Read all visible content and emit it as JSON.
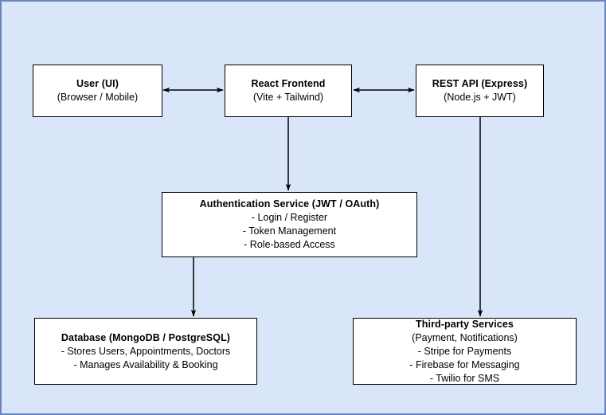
{
  "diagram": {
    "background_color": "#d9e5f8",
    "border_color": "#6b84c2",
    "node_fill": "#ffffff",
    "node_stroke": "#000000",
    "arrow_color": "#000000",
    "nodes": [
      {
        "id": "user",
        "title": "User (UI)",
        "sub": "(Browser / Mobile)"
      },
      {
        "id": "frontend",
        "title": "React Frontend",
        "sub": "(Vite + Tailwind)"
      },
      {
        "id": "api",
        "title": "REST API (Express)",
        "sub": "(Node.js + JWT)"
      },
      {
        "id": "auth",
        "title": "Authentication Service (JWT / OAuth)",
        "items": [
          "- Login / Register",
          "- Token Management",
          "- Role-based Access"
        ]
      },
      {
        "id": "database",
        "title": "Database (MongoDB / PostgreSQL)",
        "items": [
          "- Stores Users, Appointments, Doctors",
          "- Manages Availability & Booking"
        ]
      },
      {
        "id": "thirdparty",
        "title": "Third-party Services",
        "sub": "(Payment, Notifications)",
        "items": [
          "- Stripe for Payments",
          "- Firebase for Messaging",
          "- Twilio for SMS"
        ]
      }
    ],
    "edges": [
      {
        "id": "user-frontend",
        "from": "user",
        "to": "frontend",
        "direction": "bidirectional",
        "orientation": "horizontal"
      },
      {
        "id": "frontend-api",
        "from": "frontend",
        "to": "api",
        "direction": "bidirectional",
        "orientation": "horizontal"
      },
      {
        "id": "frontend-auth",
        "from": "frontend",
        "to": "auth",
        "direction": "forward",
        "orientation": "vertical"
      },
      {
        "id": "auth-database",
        "from": "auth",
        "to": "database",
        "direction": "forward",
        "orientation": "vertical"
      },
      {
        "id": "api-thirdparty",
        "from": "api",
        "to": "thirdparty",
        "direction": "forward",
        "orientation": "vertical"
      }
    ]
  }
}
